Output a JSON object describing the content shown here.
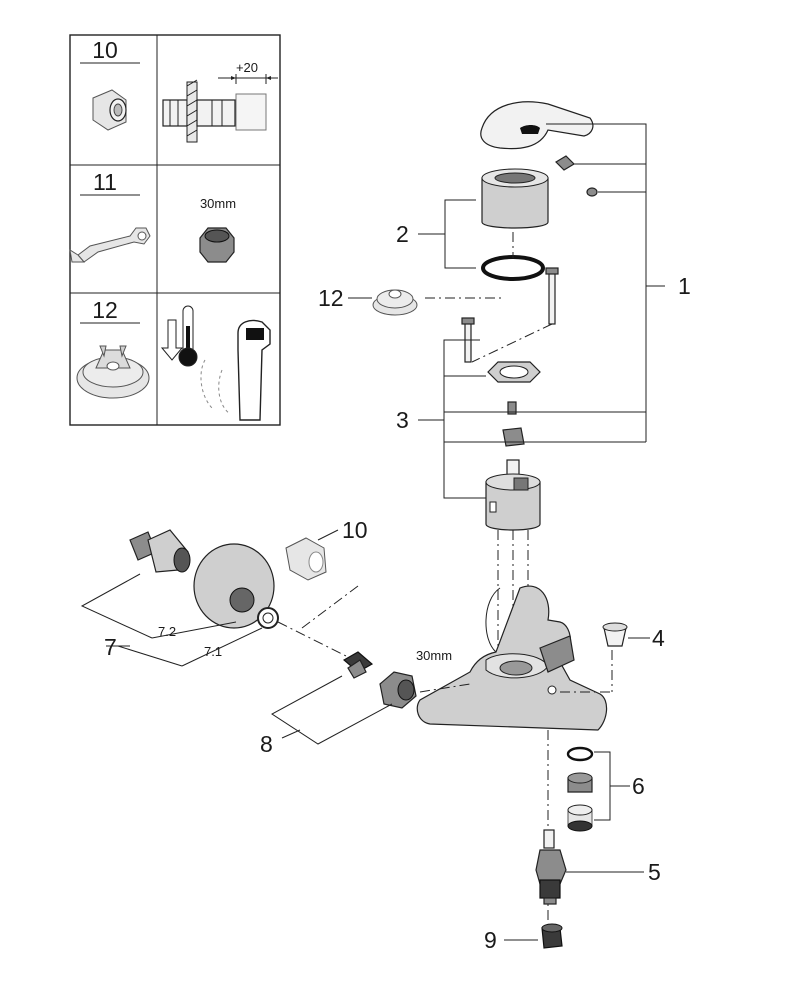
{
  "legend_box": {
    "rows": [
      {
        "number": "10"
      },
      {
        "number": "11",
        "dimension": "30mm"
      },
      {
        "number": "12"
      }
    ],
    "adjustment_label": "+20"
  },
  "callouts": {
    "c1": "1",
    "c2": "2",
    "c3": "3",
    "c4": "4",
    "c5": "5",
    "c6": "6",
    "c7": "7",
    "c7_1": "7.1",
    "c7_2": "7.2",
    "c8": "8",
    "c9": "9",
    "c10": "10",
    "c12": "12",
    "nut_size": "30mm"
  }
}
